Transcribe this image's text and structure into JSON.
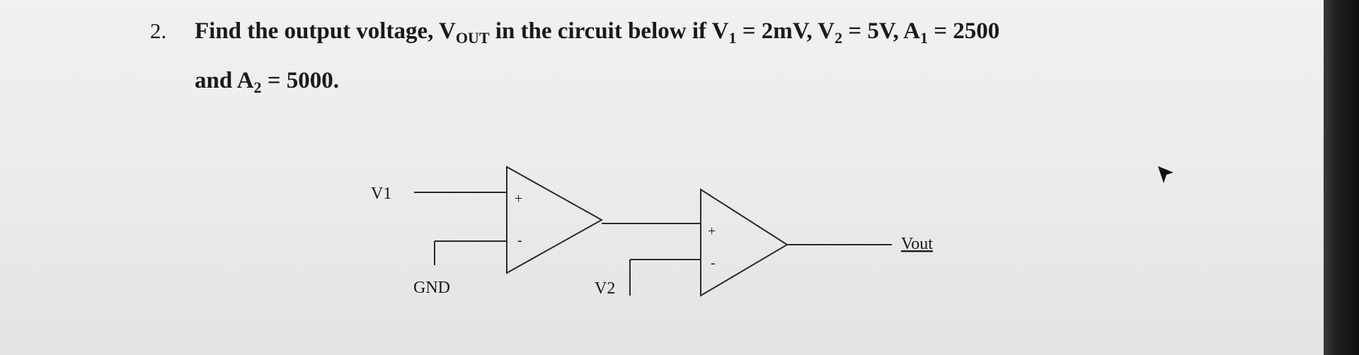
{
  "question": {
    "number": "2.",
    "line1_prefix": "Find the output voltage, V",
    "line1_vout_sub": "OUT",
    "line1_mid": " in the circuit below if V",
    "v1_sub": "1",
    "v1_value": " = 2mV, V",
    "v2_sub": "2",
    "v2_value": " = 5V, A",
    "a1_sub": "1",
    "a1_value": " = 2500",
    "line2_prefix": "and A",
    "a2_sub": "2",
    "a2_value": " = 5000."
  },
  "circuit": {
    "v1_label": "V1",
    "gnd_label": "GND",
    "v2_label": "V2",
    "vout_label": "Vout",
    "opamp1_plus": "+",
    "opamp1_minus": "-",
    "opamp2_plus": "+",
    "opamp2_minus": "-"
  }
}
